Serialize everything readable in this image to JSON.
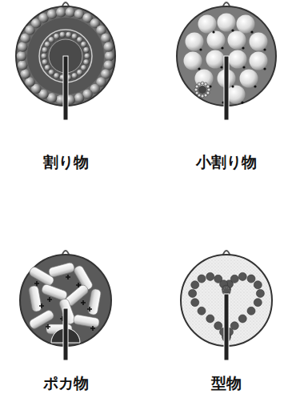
{
  "diagram": {
    "labels": [
      "割り物",
      "小割り物",
      "ポカ物",
      "型物"
    ]
  }
}
